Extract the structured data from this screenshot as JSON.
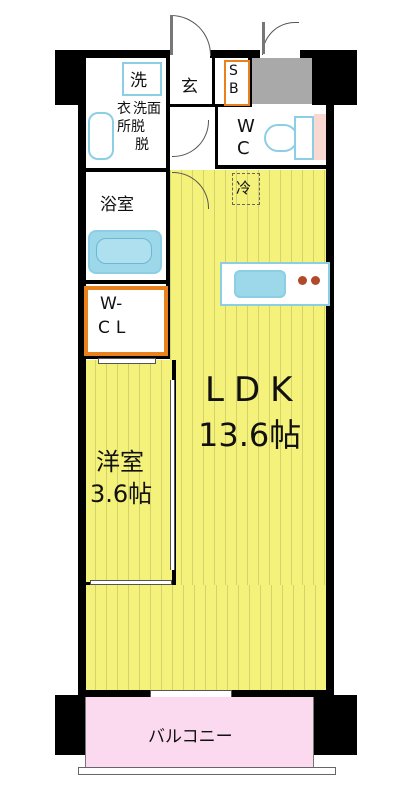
{
  "rooms": {
    "ldk": {
      "name": "LDK",
      "size": "13.6帖"
    },
    "western": {
      "name": "洋室",
      "size": "3.6帖"
    },
    "bath": {
      "name": "浴室"
    },
    "wash": {
      "name": "洗"
    },
    "dressing": {
      "name": "洗面所脱衣"
    },
    "entrance": {
      "name": "玄"
    },
    "shoebox": {
      "name": "SB"
    },
    "toilet": {
      "name": "WC"
    },
    "fridge": {
      "name": "冷"
    },
    "closet": {
      "name": "W-CL"
    },
    "balcony": {
      "name": "バルコニー"
    }
  },
  "labels": {
    "ldk_line1": "LDK",
    "ldk_line2": "13.6帖",
    "western_line1": "洋室",
    "western_line2": "3.6帖",
    "dress_col1": "衣",
    "dress_col2": "洗面",
    "dress_col3": "所脱",
    "toilet_w": "W",
    "toilet_c": "C",
    "sb_s": "S",
    "sb_b": "B",
    "closet_1": "W-",
    "closet_2": "CL"
  },
  "colors": {
    "wall": "#000000",
    "ldk_floor": "#f4f27a",
    "wet_area": "#ffffff",
    "closet_border": "#e8801e",
    "fixture": "#9dd7ea",
    "balcony": "#fbd9ef",
    "grey_block": "#a9a9a9"
  }
}
